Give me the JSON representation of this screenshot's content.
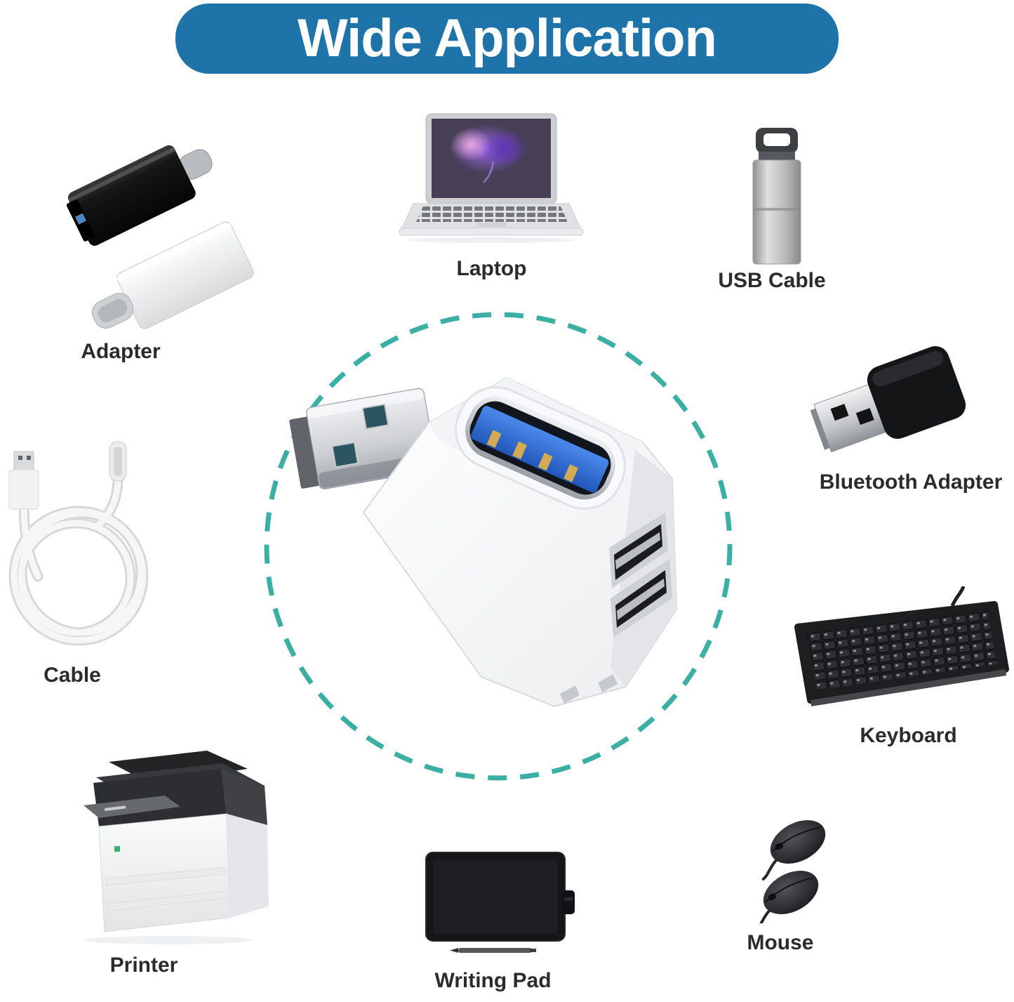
{
  "banner": {
    "text": "Wide Application",
    "bg_color": "#1e74a8",
    "text_color": "#ffffff"
  },
  "hub": {
    "name": "3-port-usb-hub",
    "circle_color": "#26a69a",
    "usb3_blue": "#2f6bd8"
  },
  "products": [
    {
      "id": "adapter",
      "label": "Adapter"
    },
    {
      "id": "laptop",
      "label": "Laptop"
    },
    {
      "id": "usb-cable",
      "label": "USB Cable"
    },
    {
      "id": "bluetooth-adapter",
      "label": "Bluetooth Adapter"
    },
    {
      "id": "cable",
      "label": "Cable"
    },
    {
      "id": "keyboard",
      "label": "Keyboard"
    },
    {
      "id": "printer",
      "label": "Printer"
    },
    {
      "id": "writing-pad",
      "label": "Writing Pad"
    },
    {
      "id": "mouse",
      "label": "Mouse"
    }
  ]
}
